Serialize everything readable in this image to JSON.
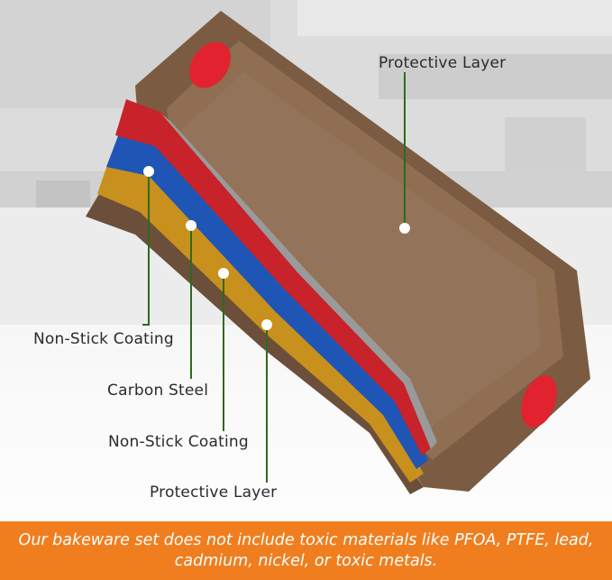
{
  "callouts": {
    "top_protective": "Protective Layer",
    "nonstick_1": "Non-Stick Coating",
    "carbon_steel": "Carbon Steel",
    "nonstick_2": "Non-Stick Coating",
    "bottom_protective": "Protective Layer"
  },
  "banner": {
    "text": "Our bakeware set does not include toxic materials like PFOA, PTFE, lead, cadmium, nickel, or toxic metals."
  },
  "colors": {
    "banner_bg": "#f07e1f",
    "leader_line": "#2e6b1a",
    "pan_bronze": "#8a6a4e",
    "layer_red": "#c8222a",
    "layer_blue": "#1f55b5",
    "layer_gold": "#c8901c",
    "handle_red": "#e0232f"
  }
}
